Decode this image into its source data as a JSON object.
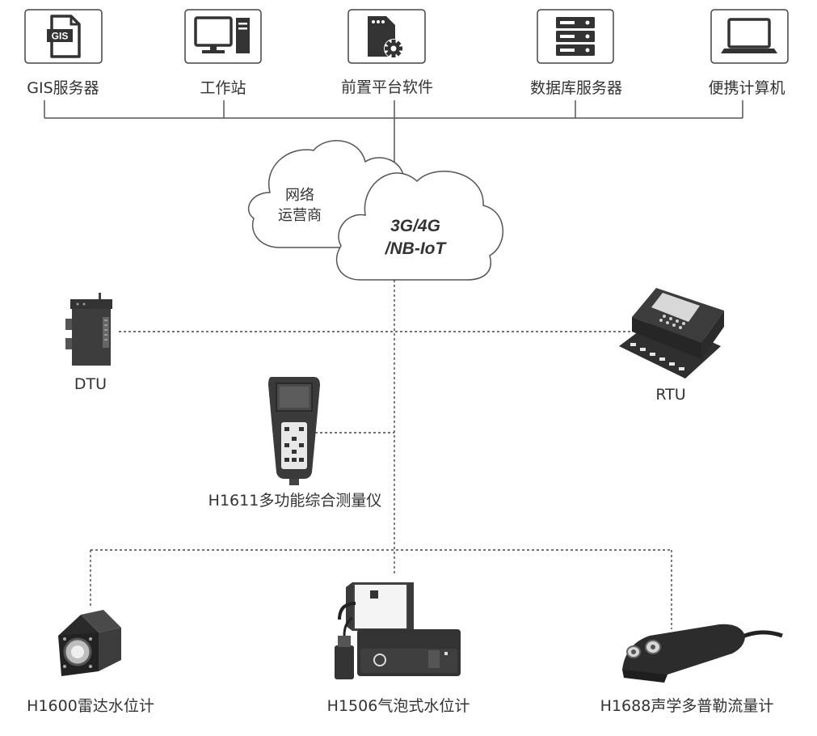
{
  "top_nodes": [
    {
      "label": "GIS服务器",
      "icon": "gis-file-icon",
      "badge": "GIS"
    },
    {
      "label": "工作站",
      "icon": "workstation-icon"
    },
    {
      "label": "前置平台软件",
      "icon": "software-gear-icon"
    },
    {
      "label": "数据库服务器",
      "icon": "database-server-icon"
    },
    {
      "label": "便携计算机",
      "icon": "laptop-icon"
    }
  ],
  "clouds": {
    "back": {
      "line1": "网络",
      "line2": "运营商"
    },
    "front": {
      "line1": "3G/4G",
      "line2": "/NB-IoT"
    }
  },
  "devices": {
    "dtu": {
      "label": "DTU"
    },
    "rtu": {
      "label": "RTU"
    },
    "meter": {
      "label": "H1611多功能综合测量仪"
    },
    "radar": {
      "label": "H1600雷达水位计"
    },
    "bubble": {
      "label": "H1506气泡式水位计"
    },
    "doppler": {
      "label": "H1688声学多普勒流量计"
    }
  },
  "colors": {
    "line": "#555555",
    "dashed": "#444444",
    "text": "#333333",
    "icon_fill": "#3a3a3a",
    "cloud_stroke": "#555555"
  }
}
